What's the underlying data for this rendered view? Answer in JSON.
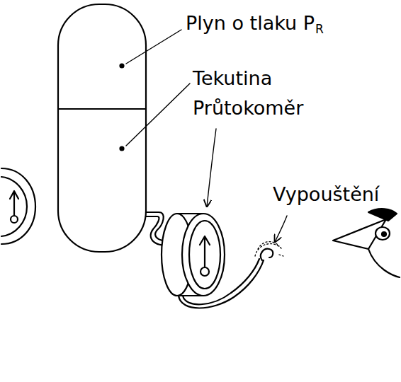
{
  "diagram": {
    "labels": [
      "Plyn o tlaku P",
      "R",
      "Tekutina",
      "Průtokoměr",
      "Vypouštění"
    ]
  }
}
